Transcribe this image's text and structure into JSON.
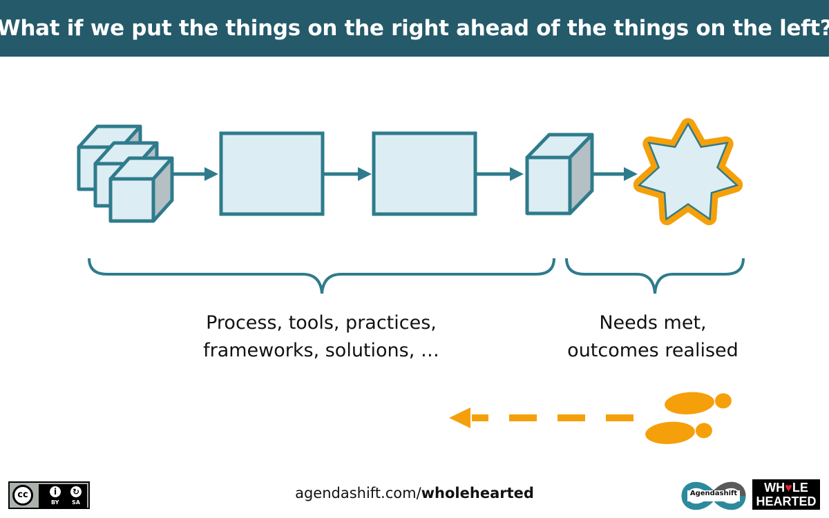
{
  "title": "What if we put the things on the right ahead of the things on the left?",
  "labels": {
    "left_line1": "Process, tools, practices,",
    "left_line2": "frameworks, solutions, …",
    "right_line1": "Needs met,",
    "right_line2": "outcomes realised"
  },
  "footer": {
    "url_plain": "agendashift.com/",
    "url_bold": "wholehearted",
    "cc_symbol": "cc",
    "cc_by": "BY",
    "cc_sa": "SA",
    "agendashift_logo": "Agendashift",
    "wh_line1_a": "WH",
    "wh_line1_b": "LE",
    "wh_line2": "HEARTED"
  },
  "colors": {
    "title_bg": "#245a6a",
    "outline": "#2e7b8c",
    "fill": "#dcedf3",
    "cube_side": "#b4c0c4",
    "accent": "#f5a00b"
  },
  "icons": [
    "cube-stack-icon",
    "box-icon",
    "cube-icon",
    "star-icon",
    "arrow-icon",
    "footprints-icon",
    "brace-icon"
  ]
}
